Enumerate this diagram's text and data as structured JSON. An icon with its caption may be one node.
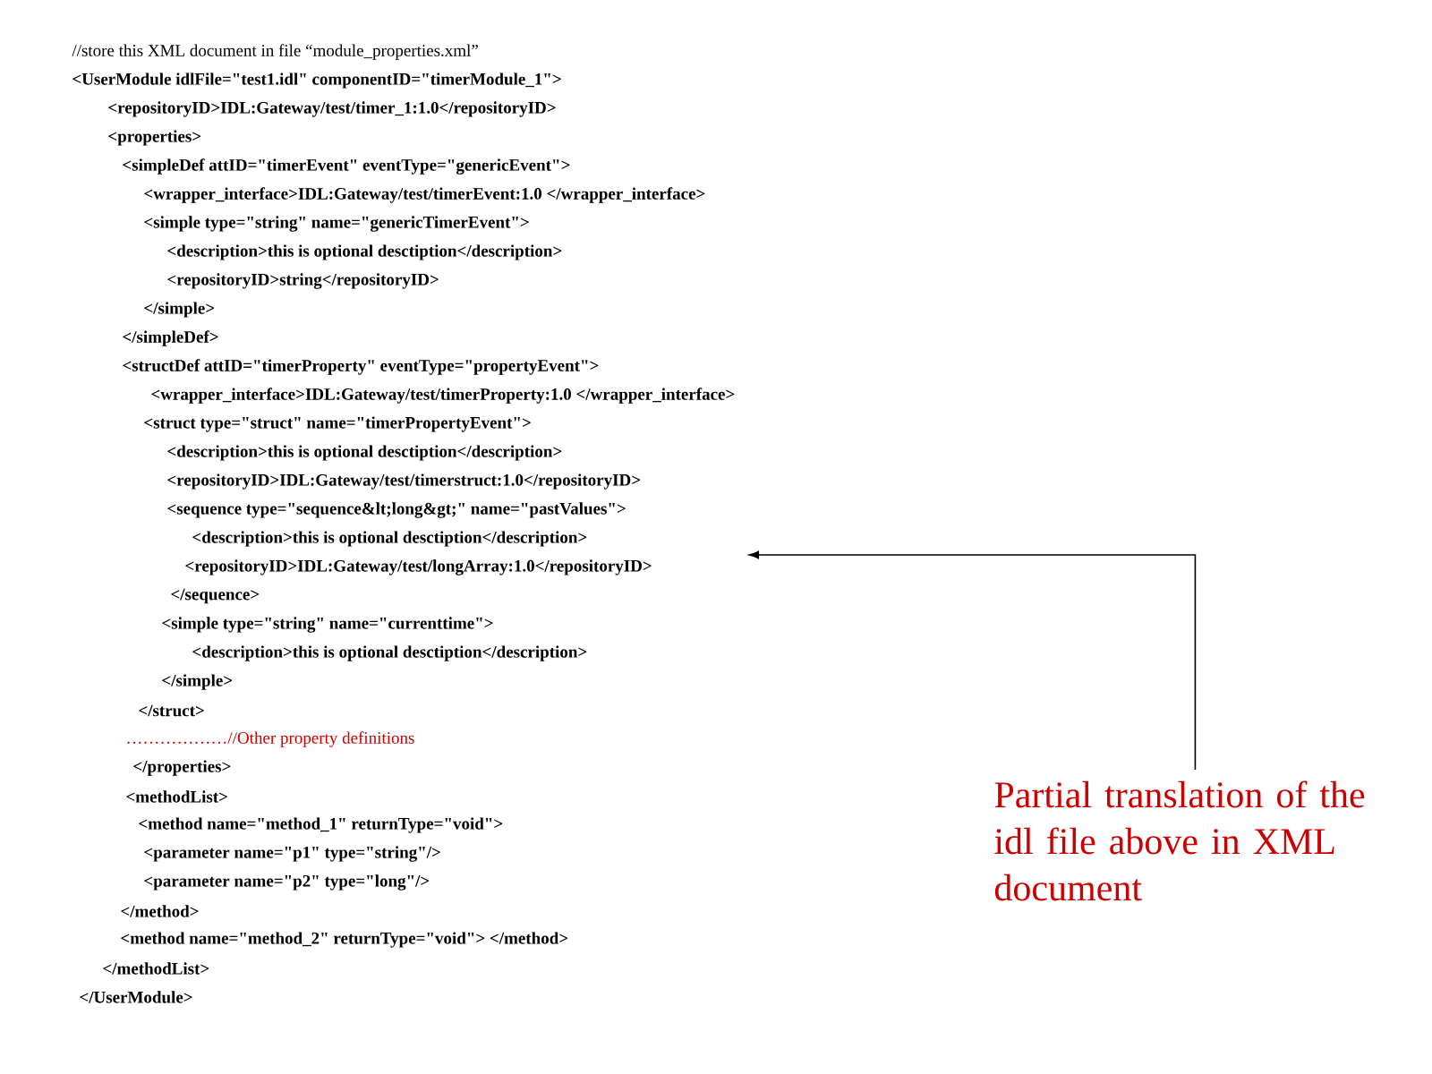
{
  "diagram": {
    "nodes": [
      {
        "text": [
          "//store this XML document in file “module_properties.xml”",
          "<UserModule idlFile=\"test1.idl\" componentID=\"timerModule_1\">",
          "<repositoryID>IDL:Gateway/test/timer_1:1.0</repositoryID>",
          "<properties>",
          "<simpleDef attID=\"timerEvent\" eventType=\"genericEvent\">",
          "<wrapper_interface>IDL:Gateway/test/timerEvent:1.0 </wrapper_interface>",
          "<simple type=\"string\" name=\"genericTimerEvent\">",
          "<description>this is optional desctiption</description>",
          "<repositoryID>string</repositoryID>",
          "</simple>",
          "</simpleDef>",
          "<structDef attID=\"timerProperty\" eventType=\"propertyEvent\">",
          "<wrapper_interface>IDL:Gateway/test/timerProperty:1.0 </wrapper_interface>",
          "<struct type=\"struct\" name=\"timerPropertyEvent\">",
          "<description>this is optional desctiption</description>",
          "<repositoryID>IDL:Gateway/test/timerstruct:1.0</repositoryID>",
          "<sequence type=\"sequence&lt;long&gt;\" name=\"pastValues\">",
          "<description>this is optional desctiption</description>",
          "<repositoryID>IDL:Gateway/test/longArray:1.0</repositoryID>",
          "</sequence>",
          "<simple type=\"string\" name=\"currenttime\">",
          "<description>this is optional desctiption</description>",
          "</simple>",
          "</struct>",
          "………………//Other property definitions",
          "</properties>",
          "<methodList>",
          "<method name=\"method_1\" returnType=\"void\">",
          "<parameter name=\"p1\" type=\"string\"/>",
          "<parameter name=\"p2\" type=\"long\"/>",
          "</method>",
          "<method name=\"method_2\" returnType=\"void\">  </method>",
          "</methodList>",
          "</UserModule>"
        ]
      },
      {
        "text": [
          "Partial translation of the idl file above in XML document"
        ]
      }
    ],
    "edges": [
      {
        "from": 1,
        "to": 0,
        "arrow": "to"
      }
    ]
  }
}
